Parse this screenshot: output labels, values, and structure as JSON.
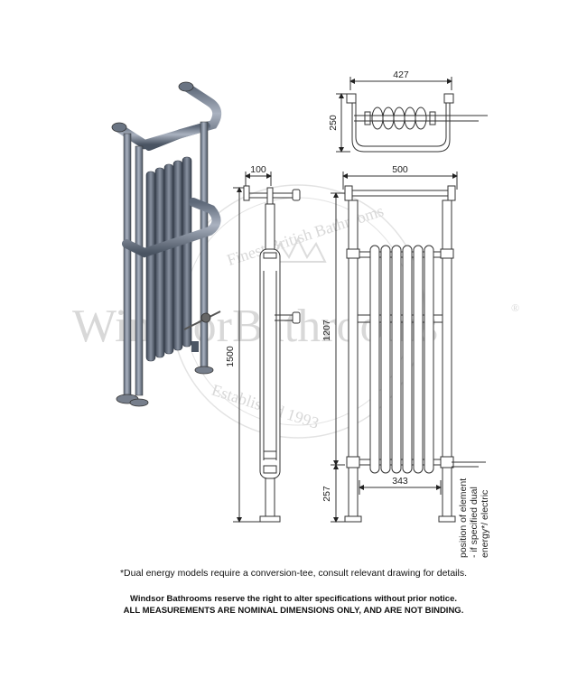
{
  "watermark": {
    "brand": "WindsorBathrooms",
    "registered": "®",
    "ring_top": "Finest British Bathrooms",
    "ring_bottom": "Established 1993"
  },
  "dimensions": {
    "plan_width": "427",
    "plan_depth": "250",
    "side_depth": "100",
    "front_width": "500",
    "side_height": "1500",
    "rail_height": "1207",
    "front_bottom": "343",
    "inlet_height": "257"
  },
  "element_note": {
    "line1": "position of element",
    "line2": "- if specified dual",
    "line3": "energy*/ electric"
  },
  "footnotes": {
    "dual_energy": "*Dual energy models require a conversion-tee, consult relevant drawing for details.",
    "reserve_right": "Windsor Bathrooms reserve the right to alter specifications without prior notice.",
    "nominal": "ALL MEASUREMENTS ARE NOMINAL DIMENSIONS ONLY, AND ARE NOT BINDING."
  }
}
